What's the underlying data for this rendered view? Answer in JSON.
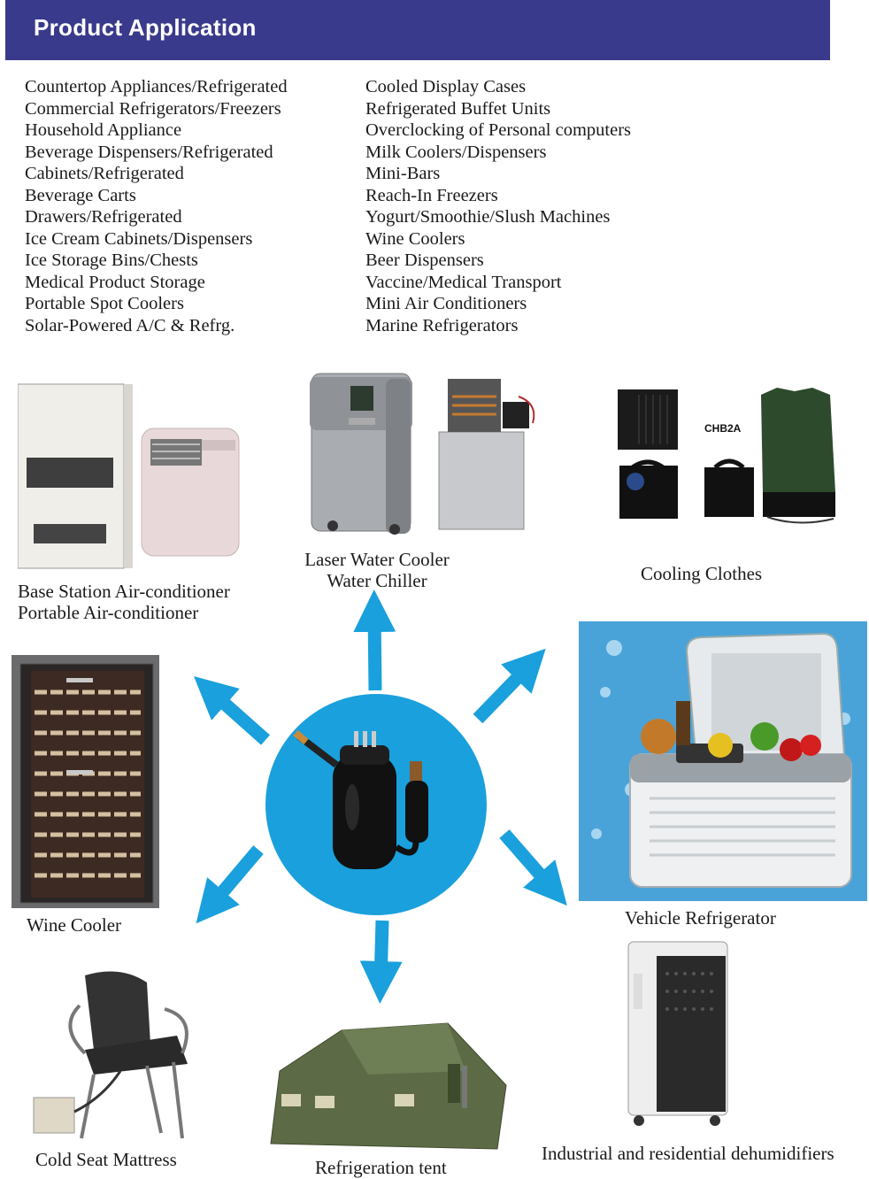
{
  "header": {
    "title": "Product Application"
  },
  "applications_left": [
    "Countertop Appliances/Refrigerated",
    "Commercial Refrigerators/Freezers",
    "Household Appliance",
    "Beverage Dispensers/Refrigerated",
    "Cabinets/Refrigerated",
    "Beverage Carts",
    "Drawers/Refrigerated",
    "Ice Cream Cabinets/Dispensers",
    "Ice Storage Bins/Chests",
    "Medical Product Storage",
    "Portable Spot Coolers",
    "Solar-Powered A/C & Refrg."
  ],
  "applications_right": [
    "Cooled Display Cases",
    "Refrigerated Buffet Units",
    "Overclocking of Personal computers",
    "Milk Coolers/Dispensers",
    "Mini-Bars",
    "Reach-In Freezers",
    "Yogurt/Smoothie/Slush Machines",
    "Wine Coolers",
    "Beer Dispensers",
    "Vaccine/Medical Transport",
    "Mini Air Conditioners",
    "Marine Refrigerators"
  ],
  "captions": {
    "air_conditioner_line1": "Base Station Air-conditioner",
    "air_conditioner_line2": "Portable Air-conditioner",
    "laser_line1": "Laser Water Cooler",
    "laser_line2": "Water Chiller",
    "cooling_clothes": "Cooling Clothes",
    "cooling_clothes_tag": "CHB2A",
    "wine_cooler": "Wine Cooler",
    "vehicle_refrigerator": "Vehicle Refrigerator",
    "cold_seat": "Cold Seat Mattress",
    "tent": "Refrigeration tent",
    "dehumidifier": "Industrial and residential dehumidifiers"
  },
  "colors": {
    "banner": "#3a3a8c",
    "accent_blue": "#1aa0dc",
    "text": "#1a1a1a"
  }
}
